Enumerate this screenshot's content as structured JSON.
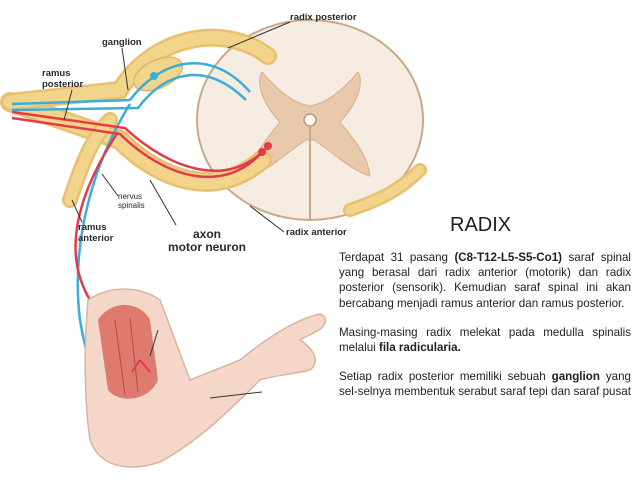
{
  "labels": {
    "radix_posterior": "radix posterior",
    "ganglion": "ganglion",
    "ramus_posterior": "ramus\nposterior",
    "nervus_spinalis": "nervus\nspinalis",
    "ramus_anterior": "ramus\nanterior",
    "axon_motor_neuron": "axon\nmotor neuron",
    "radix_anterior": "radix anterior"
  },
  "panel": {
    "title": "RADIX",
    "p1_a": "Terdapat 31 pasang ",
    "p1_b": "(C8-T12-L5-S5-Co1)",
    "p1_c": " saraf spinal yang berasal dari radix anterior (motorik) dan radix posterior (sensorik). Kemudian saraf spinal ini akan bercabang menjadi ramus anterior dan ramus posterior.",
    "p2_a": "Masing-masing radix melekat pada medulla spinalis melalui ",
    "p2_b": "fila radicularia.",
    "p3_a": "Setiap radix posterior memiliki sebuah ",
    "p3_b": "ganglion",
    "p3_c": " yang sel-selnya membentuk serabut saraf tepi dan saraf pusat"
  },
  "colors": {
    "sensory": "#3aaed8",
    "motor": "#e23b4a",
    "nerve": "#f2d48a",
    "grey_matter": "#e8c9ab",
    "white_matter": "#f6ece2",
    "skin": "#f4d7c8",
    "muscle": "#d96b5e"
  }
}
